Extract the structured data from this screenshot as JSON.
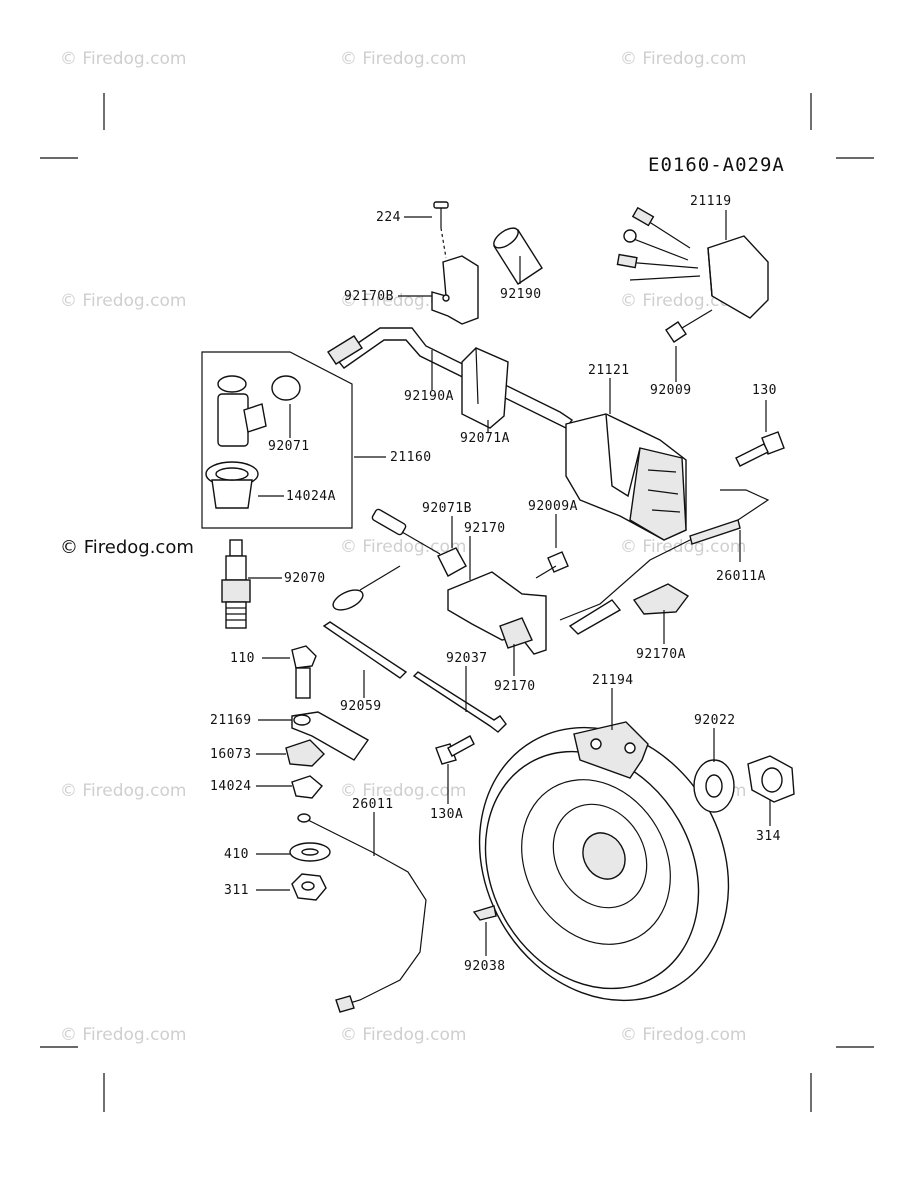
{
  "diagram_code": "E0160-A029A",
  "watermark": {
    "text": "© Firedog.com",
    "dark_text": "© Firedog.com"
  },
  "labels": {
    "p224": "224",
    "p92190": "92190",
    "p92170B": "92170B",
    "p21119": "21119",
    "p92009": "92009",
    "p92190A": "92190A",
    "p92071A": "92071A",
    "p21121": "21121",
    "p130": "130",
    "p92071": "92071",
    "p21160": "21160",
    "p14024A": "14024A",
    "p92071B": "92071B",
    "p92170a": "92170",
    "p92009A": "92009A",
    "p26011A": "26011A",
    "p92070": "92070",
    "p92170A": "92170A",
    "p110": "110",
    "p92037": "92037",
    "p92059": "92059",
    "p92170b": "92170",
    "p21194": "21194",
    "p21169": "21169",
    "p92022": "92022",
    "p16073": "16073",
    "p14024": "14024",
    "p130A": "130A",
    "p314": "314",
    "p26011": "26011",
    "p410": "410",
    "p311": "311",
    "p92038": "92038"
  }
}
